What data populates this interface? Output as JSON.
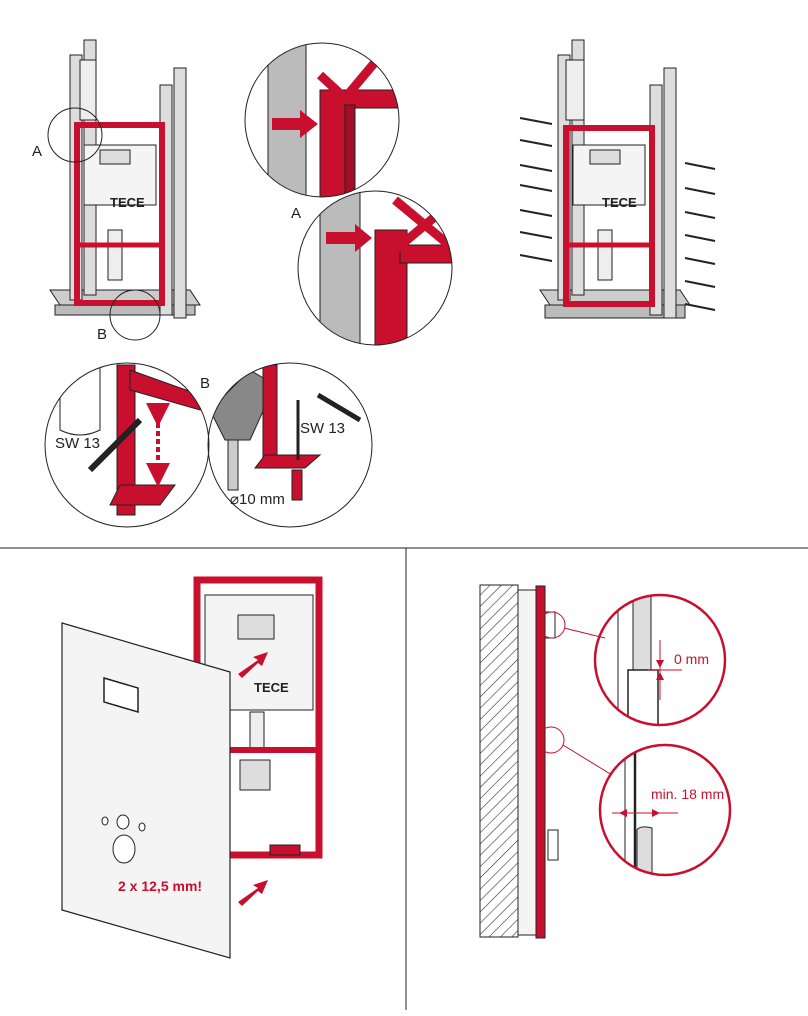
{
  "colors": {
    "accent": "#c8102e",
    "frame_gray": "#d9d9d9",
    "line": "#222222"
  },
  "step1": {
    "detail_a_label": "A",
    "detail_b_label": "B",
    "brand_logo": "TECE",
    "zoom_label": "A"
  },
  "step2": {
    "brand_logo": "TECE"
  },
  "step3": {
    "detail_label": "B",
    "wrench_size_left": "SW 13",
    "wrench_size_right": "SW 13",
    "drill_diameter": "⌀10 mm"
  },
  "step4": {
    "brand_logo": "TECE",
    "panel_thickness_note": "2 x 12,5 mm!"
  },
  "step5": {
    "gap_top": "0 mm",
    "gap_bottom": "min. 18 mm"
  }
}
